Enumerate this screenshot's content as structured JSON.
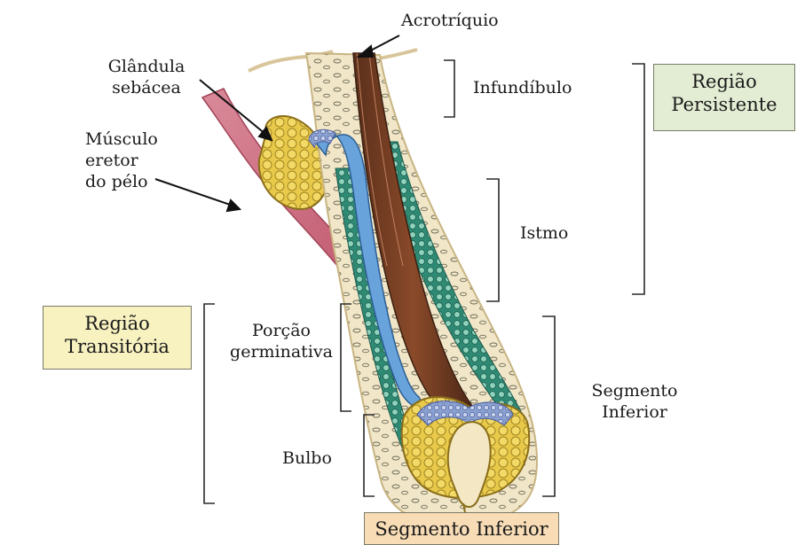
{
  "diagram": {
    "labels": {
      "acrotriquio": "Acrotríquio",
      "glandula": [
        "Glândula",
        "sebácea"
      ],
      "musculo": [
        "Músculo",
        "eretor",
        "do pélo"
      ],
      "infundibulo": "Infundíbulo",
      "istmo": "Istmo",
      "porcao": [
        "Porção",
        "germinativa"
      ],
      "bulbo": "Bulbo",
      "segmento_inferior_right": [
        "Segmento",
        "Inferior"
      ]
    },
    "boxes": {
      "regiao_persistente": {
        "lines": [
          "Região",
          "Persistente"
        ],
        "color": "#e3edd3"
      },
      "regiao_transitoria": {
        "lines": [
          "Região",
          "Transitória"
        ],
        "color": "#f8f1c0"
      },
      "segmento_inferior": {
        "lines": [
          "Segmento Inferior"
        ],
        "color": "#f7dcb6"
      }
    }
  }
}
